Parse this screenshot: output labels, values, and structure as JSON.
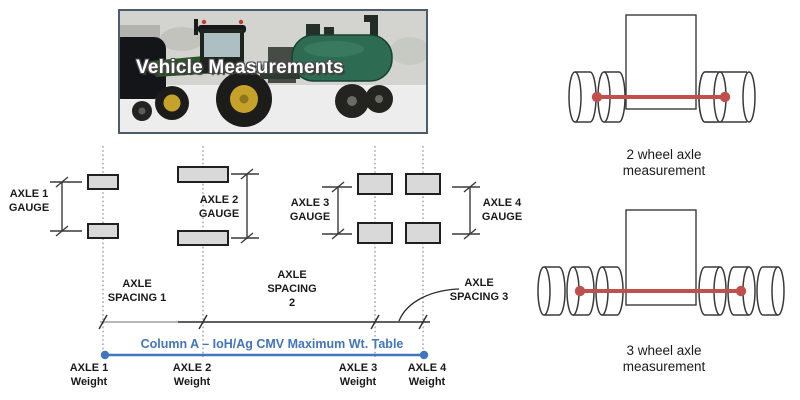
{
  "photo": {
    "caption": "Vehicle Measurements",
    "description": "tractor pulling manure tanker in snow"
  },
  "main_diagram": {
    "axle_count": 4,
    "gauge_labels": [
      "AXLE 1\nGAUGE",
      "AXLE 2\nGAUGE",
      "AXLE 3\nGAUGE",
      "AXLE 4\nGAUGE"
    ],
    "spacing_labels": [
      "AXLE\nSPACING 1",
      "AXLE\nSPACING\n2",
      "AXLE\nSPACING 3"
    ],
    "weight_labels": [
      "AXLE 1\nWeight",
      "AXLE 2\nWeight",
      "AXLE 3\nWeight",
      "AXLE 4\nWeight"
    ],
    "column_note": "Column A – IoH/Ag CMV Maximum Wt. Table"
  },
  "wheel_diagrams": [
    {
      "caption": "2 wheel axle\nmeasurement",
      "wheels_per_side": 2
    },
    {
      "caption": "3 wheel axle\nmeasurement",
      "wheels_per_side": 3
    }
  ],
  "colors": {
    "note_blue": "#4275BE",
    "measure_red": "#C0504D",
    "tire_fill": "#D9D9D9",
    "line_dark": "#2B2B2B",
    "centerline_gray": "#8C8C8C",
    "photo_border": "#4C5B6D"
  }
}
